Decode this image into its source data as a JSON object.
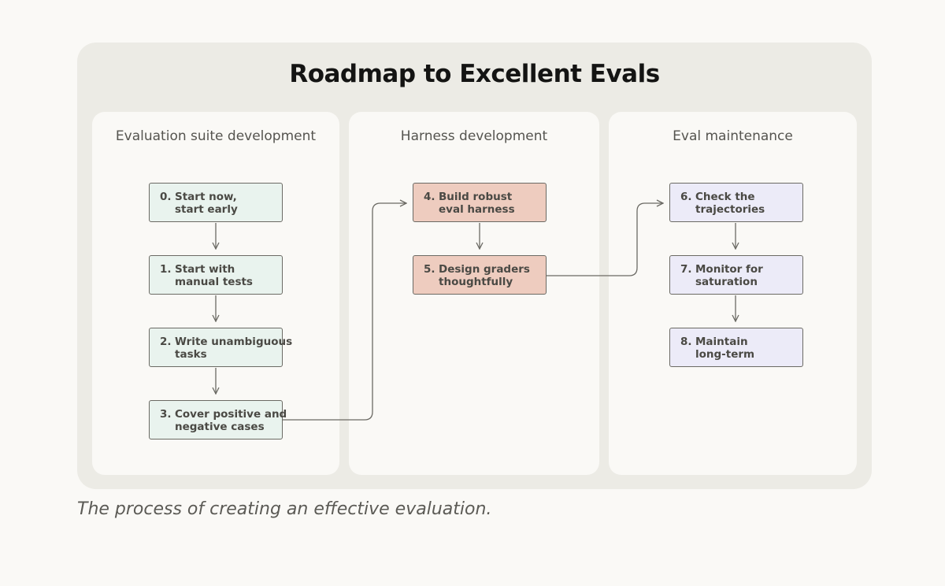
{
  "title": "Roadmap to Excellent Evals",
  "caption": "The process of creating an effective evaluation.",
  "columns": [
    {
      "heading": "Evaluation suite development"
    },
    {
      "heading": "Harness development"
    },
    {
      "heading": "Eval maintenance"
    }
  ],
  "steps": [
    {
      "num": "0.",
      "text": "Start now,\nstart early"
    },
    {
      "num": "1.",
      "text": "Start with\nmanual tests"
    },
    {
      "num": "2.",
      "text": "Write unambiguous\ntasks"
    },
    {
      "num": "3.",
      "text": "Cover positive and\nnegative cases"
    },
    {
      "num": "4.",
      "text": "Build robust\neval harness"
    },
    {
      "num": "5.",
      "text": "Design graders\nthoughtfully"
    },
    {
      "num": "6.",
      "text": "Check the\ntrajectories"
    },
    {
      "num": "7.",
      "text": "Monitor for\nsaturation"
    },
    {
      "num": "8.",
      "text": "Maintain\nlong-term"
    }
  ],
  "colors": {
    "phase_1": "#e9f3ee",
    "phase_2": "#eeccbf",
    "phase_3": "#ecebf8",
    "border": "#6b6a64"
  }
}
